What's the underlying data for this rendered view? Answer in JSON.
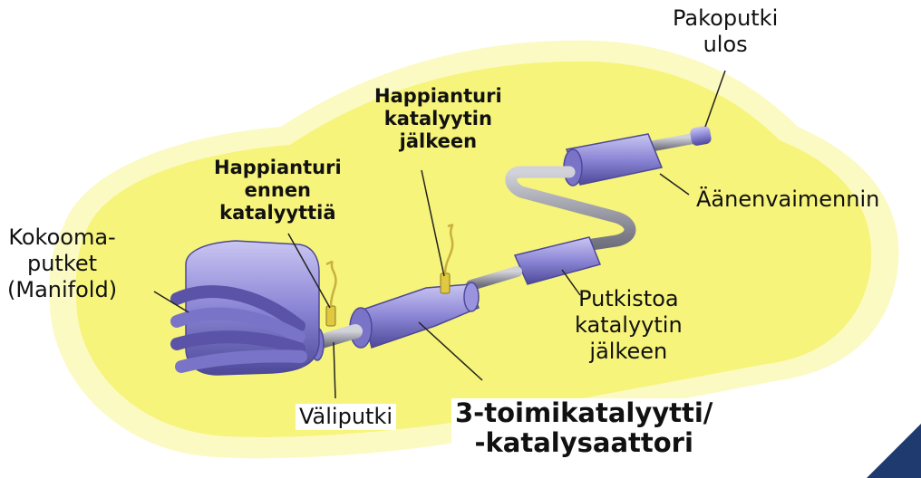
{
  "labels": {
    "tailpipe": [
      "Pakoputki",
      "ulos"
    ],
    "o2_after": [
      "Happianturi",
      "katalyytin",
      "jälkeen"
    ],
    "o2_before": [
      "Happianturi",
      "ennen",
      "katalyyttiä"
    ],
    "manifold": [
      "Kokooma-",
      "putket",
      "(Manifold)"
    ],
    "muffler": "Äänenvaimennin",
    "pipes_after": [
      "Putkistoa",
      "katalyytin",
      "jälkeen"
    ],
    "intermediate_pipe": "Väliputki",
    "catalyst": [
      "3-toimikatalyytti/",
      "-katalysaattori"
    ]
  },
  "colors": {
    "car_fill": "#f6f47a",
    "car_glow": "#fbfac2",
    "parts": "#8c86d6",
    "parts_dark": "#5a53a8",
    "pipe": "#8d8d9a",
    "sensor": "#e0c840",
    "corner": "#1e3a6e"
  }
}
